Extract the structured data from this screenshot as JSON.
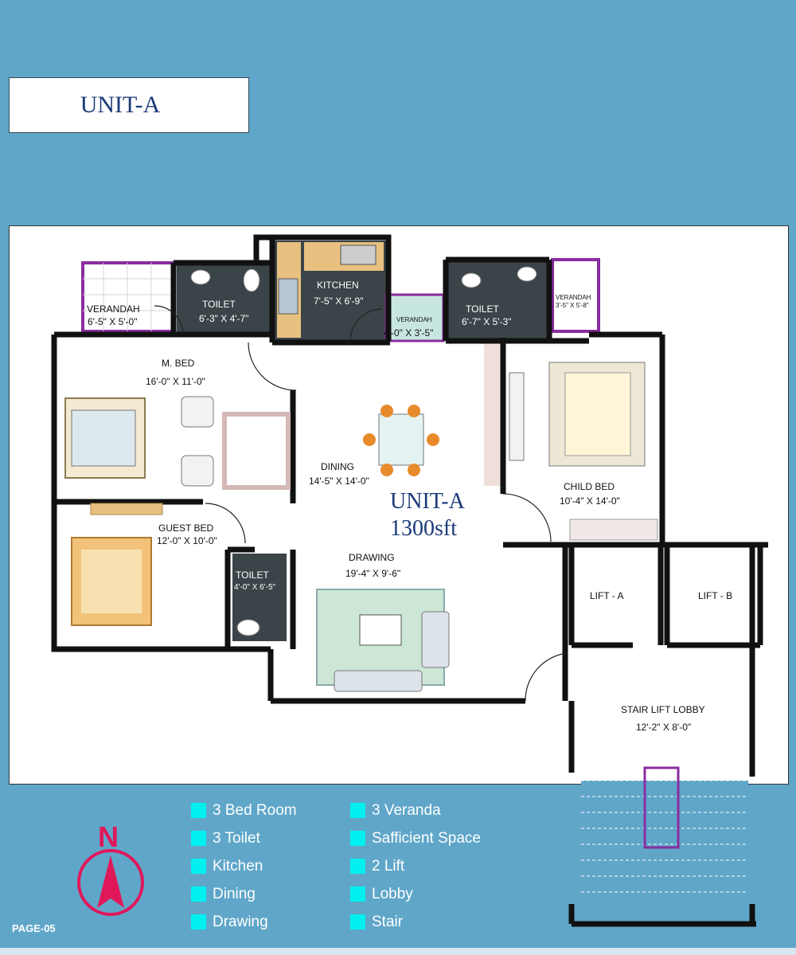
{
  "header": {
    "title": "UNIT-A"
  },
  "plan": {
    "unit_name": "UNIT-A",
    "unit_area": "1300sft",
    "rooms": [
      {
        "name": "VERANDAH",
        "size": "6'-5\" X 5'-0\""
      },
      {
        "name": "TOILET",
        "size": "6'-3\" X 4'-7\""
      },
      {
        "name": "KITCHEN",
        "size": "7'-5\" X 6'-9\""
      },
      {
        "name": "VERANDAH",
        "size": "4'-0\" X 3'-5\""
      },
      {
        "name": "TOILET",
        "size": "6'-7\" X 5'-3\""
      },
      {
        "name": "VERANDAH",
        "size": "3'-5\" X 5'-8\""
      },
      {
        "name": "M. BED",
        "size": "16'-0\" X 11'-0\""
      },
      {
        "name": "DINING",
        "size": "14'-5\" X 14'-0\""
      },
      {
        "name": "CHILD BED",
        "size": "10'-4\" X 14'-0\""
      },
      {
        "name": "GUEST BED",
        "size": "12'-0\" X 10'-0\""
      },
      {
        "name": "TOILET",
        "size": "4'-0\" X 6'-5\""
      },
      {
        "name": "DRAWING",
        "size": "19'-4\" X 9'-6\""
      },
      {
        "name": "LIFT - A",
        "size": ""
      },
      {
        "name": "LIFT - B",
        "size": ""
      },
      {
        "name": "STAIR LIFT LOBBY",
        "size": "12'-2\" X 8'-0\""
      }
    ]
  },
  "legend": {
    "col1": [
      "3 Bed Room",
      "3 Toilet",
      "Kitchen",
      "Dining",
      "Drawing"
    ],
    "col2": [
      "3 Veranda",
      "Safficient Space",
      "2 Lift",
      "Lobby",
      "Stair"
    ]
  },
  "compass": {
    "label": "N"
  },
  "footer": {
    "page": "PAGE-05"
  },
  "colors": {
    "background": "#5fa6c9",
    "legend_marker": "#00f0f0",
    "title_text": "#1b3a78",
    "compass": "#e0185a",
    "verandah_border": "#8a2ca0"
  }
}
